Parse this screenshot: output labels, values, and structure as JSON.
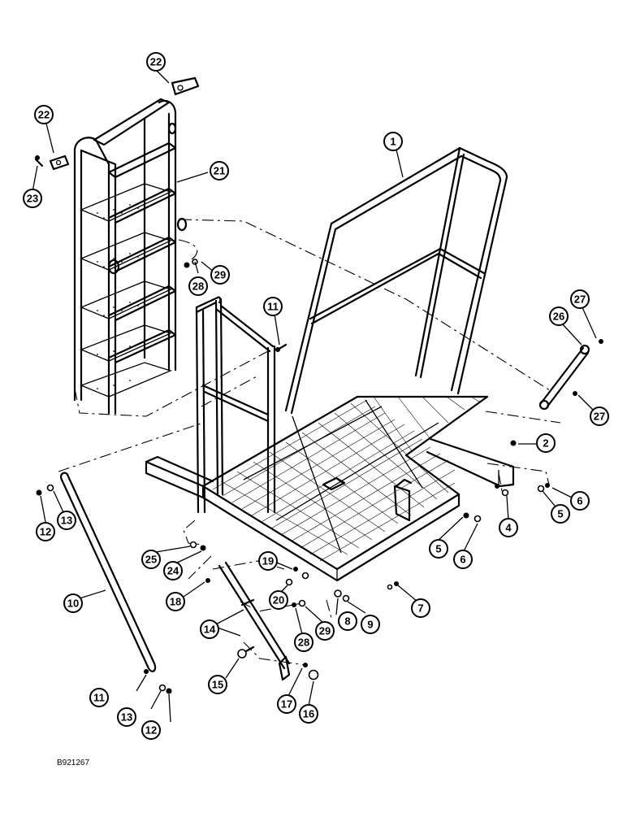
{
  "drawing_code": "B921267",
  "callouts": [
    {
      "id": "c22a",
      "label": "22"
    },
    {
      "id": "c22b",
      "label": "22"
    },
    {
      "id": "c23",
      "label": "23"
    },
    {
      "id": "c21",
      "label": "21"
    },
    {
      "id": "c1",
      "label": "1"
    },
    {
      "id": "c28a",
      "label": "28"
    },
    {
      "id": "c29a",
      "label": "29"
    },
    {
      "id": "c11a",
      "label": "11"
    },
    {
      "id": "c27a",
      "label": "27"
    },
    {
      "id": "c26",
      "label": "26"
    },
    {
      "id": "c27b",
      "label": "27"
    },
    {
      "id": "c2",
      "label": "2"
    },
    {
      "id": "c12a",
      "label": "12"
    },
    {
      "id": "c13a",
      "label": "13"
    },
    {
      "id": "c6a",
      "label": "6"
    },
    {
      "id": "c5a",
      "label": "5"
    },
    {
      "id": "c4",
      "label": "4"
    },
    {
      "id": "c5b",
      "label": "5"
    },
    {
      "id": "c6b",
      "label": "6"
    },
    {
      "id": "c25",
      "label": "25"
    },
    {
      "id": "c24",
      "label": "24"
    },
    {
      "id": "c19",
      "label": "19"
    },
    {
      "id": "c10",
      "label": "10"
    },
    {
      "id": "c18",
      "label": "18"
    },
    {
      "id": "c20",
      "label": "20"
    },
    {
      "id": "c7",
      "label": "7"
    },
    {
      "id": "c14",
      "label": "14"
    },
    {
      "id": "c28b",
      "label": "28"
    },
    {
      "id": "c29b",
      "label": "29"
    },
    {
      "id": "c8",
      "label": "8"
    },
    {
      "id": "c9",
      "label": "9"
    },
    {
      "id": "c15",
      "label": "15"
    },
    {
      "id": "c11b",
      "label": "11"
    },
    {
      "id": "c17",
      "label": "17"
    },
    {
      "id": "c16",
      "label": "16"
    },
    {
      "id": "c13b",
      "label": "13"
    },
    {
      "id": "c12b",
      "label": "12"
    }
  ]
}
